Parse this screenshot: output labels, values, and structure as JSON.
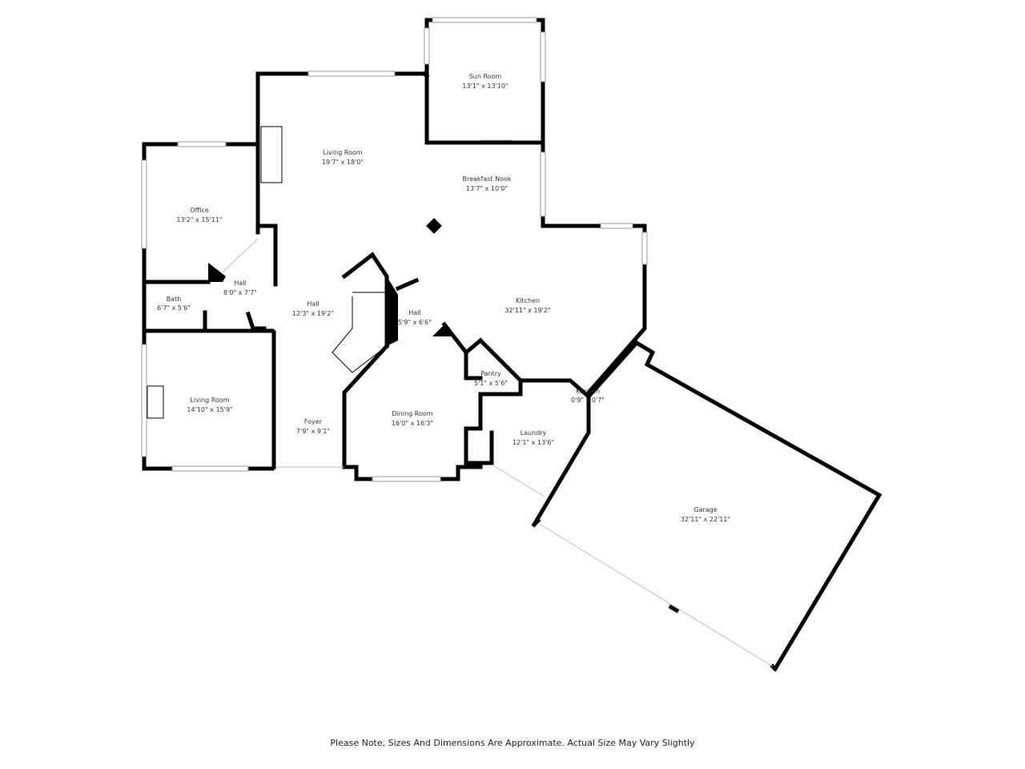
{
  "rooms": [
    {
      "name": "Sun Room",
      "dims": "13'1\" x 13'10\""
    },
    {
      "name": "Living Room",
      "dims": "19'7\" x 18'0\""
    },
    {
      "name": "Breakfast Nook",
      "dims": "13'7\" x 10'0\""
    },
    {
      "name": "Office",
      "dims": "13'2\" x 15'11\""
    },
    {
      "name": "Hall",
      "dims": "8'0\" x 7'7\""
    },
    {
      "name": "Bath",
      "dims": "6'7\" x 5'6\""
    },
    {
      "name": "Hall",
      "dims": "12'3\" x 19'2\""
    },
    {
      "name": "Hall",
      "dims": "5'9\" x 6'6\""
    },
    {
      "name": "Kitchen",
      "dims": "32'11\" x 19'2\""
    },
    {
      "name": "Pantry",
      "dims": "5'1\" x 5'6\""
    },
    {
      "name": "Kitchen",
      "dims": "0'9\" x 0'7\""
    },
    {
      "name": "Living Room",
      "dims": "14'10\" x 15'9\""
    },
    {
      "name": "Foyer",
      "dims": "7'9\" x 9'1\""
    },
    {
      "name": "Dining Room",
      "dims": "16'0\" x 16'3\""
    },
    {
      "name": "Laundry",
      "dims": "12'1\" x 13'6\""
    },
    {
      "name": "Garage",
      "dims": "32'11\" x 22'11\""
    }
  ],
  "note": "Please Note, Sizes And Dimensions Are Approximate. Actual Size May Vary Slightly"
}
